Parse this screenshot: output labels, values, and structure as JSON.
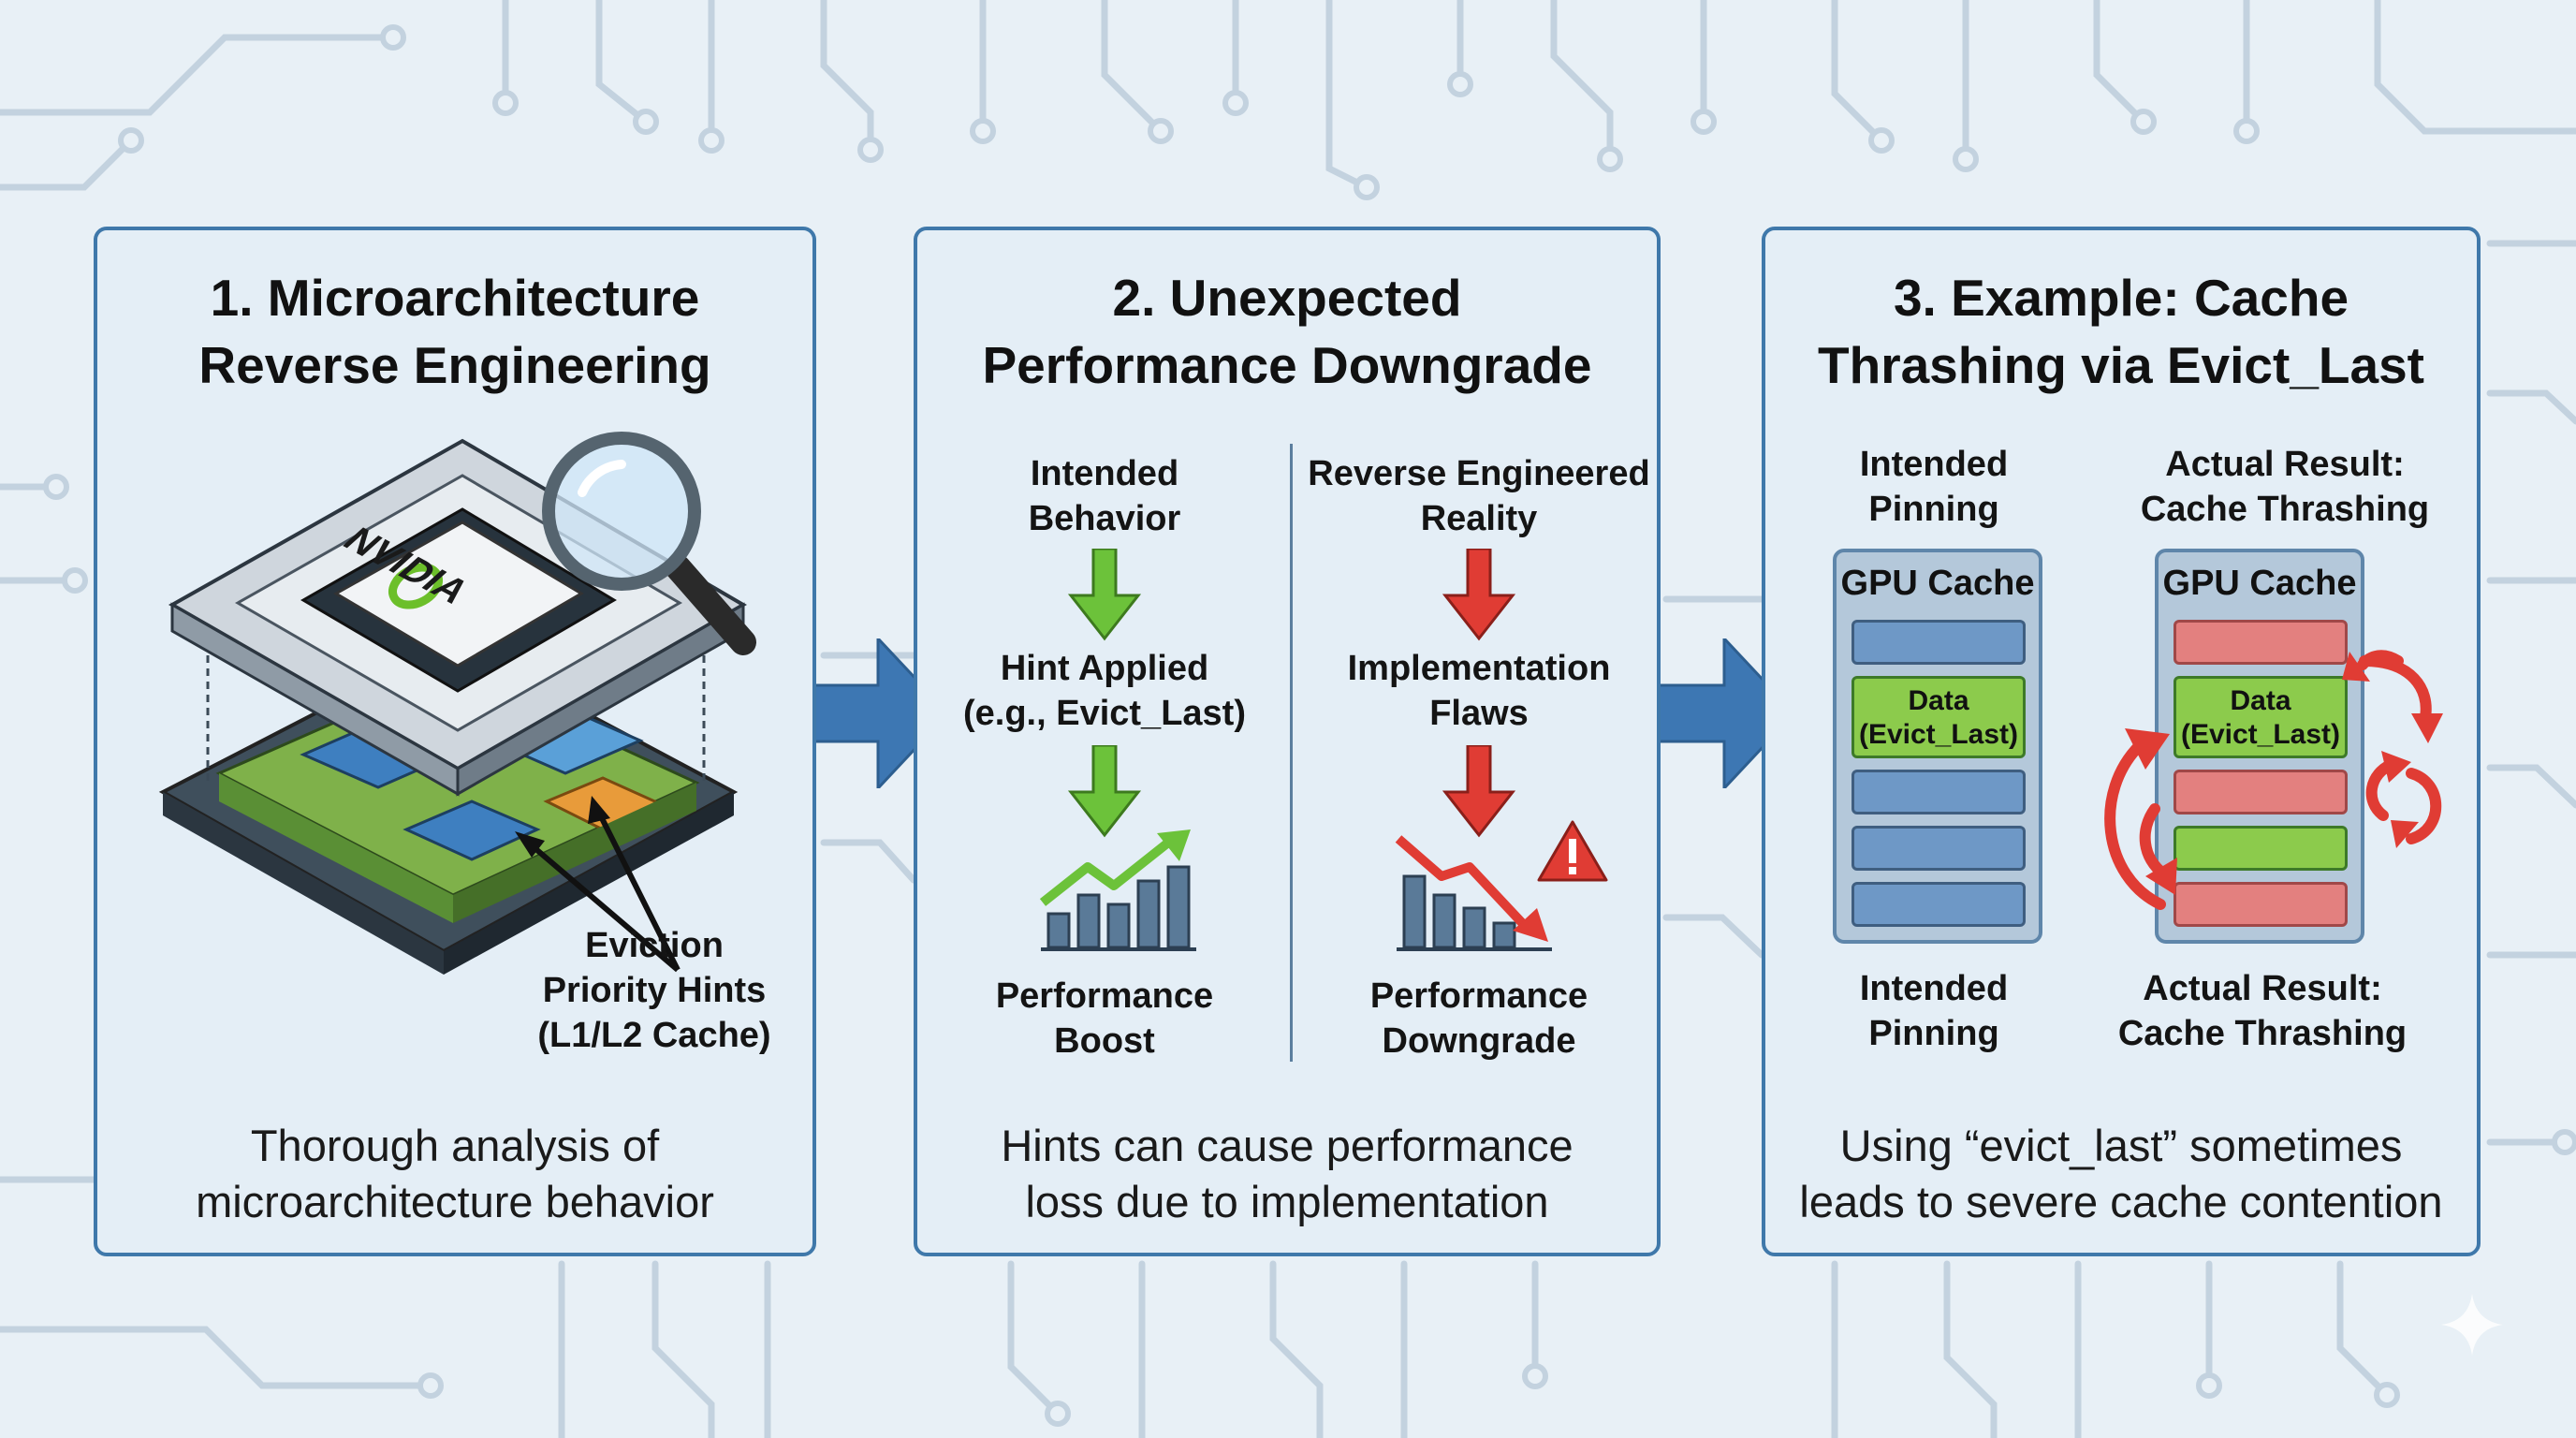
{
  "colors": {
    "panel_border": "#3f78aa",
    "flow_arrow": "#3d77b3",
    "green_arrow": "#6cc23a",
    "red_arrow": "#e03c34",
    "cache_blue": "#6e98c6",
    "cache_green": "#8ccb4c",
    "cache_red": "#e3807f"
  },
  "panels": [
    {
      "title_line1": "1. Microarchitecture",
      "title_line2": "Reverse Engineering",
      "chip_brand": "NVIDIA",
      "hint_label_1": "Eviction",
      "hint_label_2": "Priority Hints",
      "hint_label_3": "(L1/L2 Cache)",
      "desc_line1": "Thorough analysis of",
      "desc_line2": "microarchitecture behavior",
      "icons": [
        "gpu-chip-icon",
        "magnifier-icon"
      ]
    },
    {
      "title_line1": "2. Unexpected",
      "title_line2": "Performance Downgrade",
      "left": {
        "top_1": "Intended",
        "top_2": "Behavior",
        "mid_1": "Hint Applied",
        "mid_2": "(e.g., Evict_Last)",
        "bottom_1": "Performance",
        "bottom_2": "Boost"
      },
      "right": {
        "top_1": "Reverse Engineered",
        "top_2": "Reality",
        "mid_1": "Implementation",
        "mid_2": "Flaws",
        "bottom_1": "Performance",
        "bottom_2": "Downgrade"
      },
      "desc_line1": "Hints can cause performance",
      "desc_line2": "loss due to implementation",
      "icons": [
        "chart-up-icon",
        "chart-down-icon",
        "warning-icon"
      ]
    },
    {
      "title_line1": "3. Example: Cache",
      "title_line2": "Thrashing via Evict_Last",
      "left": {
        "top_1": "Intended",
        "top_2": "Pinning",
        "cache_title": "GPU Cache",
        "data_1": "Data",
        "data_2": "(Evict_Last)",
        "bottom_1": "Intended",
        "bottom_2": "Pinning"
      },
      "right": {
        "top_1": "Actual Result:",
        "top_2": "Cache Thrashing",
        "cache_title": "GPU Cache",
        "data_1": "Data",
        "data_2": "(Evict_Last)",
        "bottom_1": "Actual Result:",
        "bottom_2": "Cache Thrashing"
      },
      "desc_line1": "Using “evict_last” sometimes",
      "desc_line2": "leads to severe cache contention",
      "icons": [
        "cycle-arrows-icon"
      ]
    }
  ]
}
